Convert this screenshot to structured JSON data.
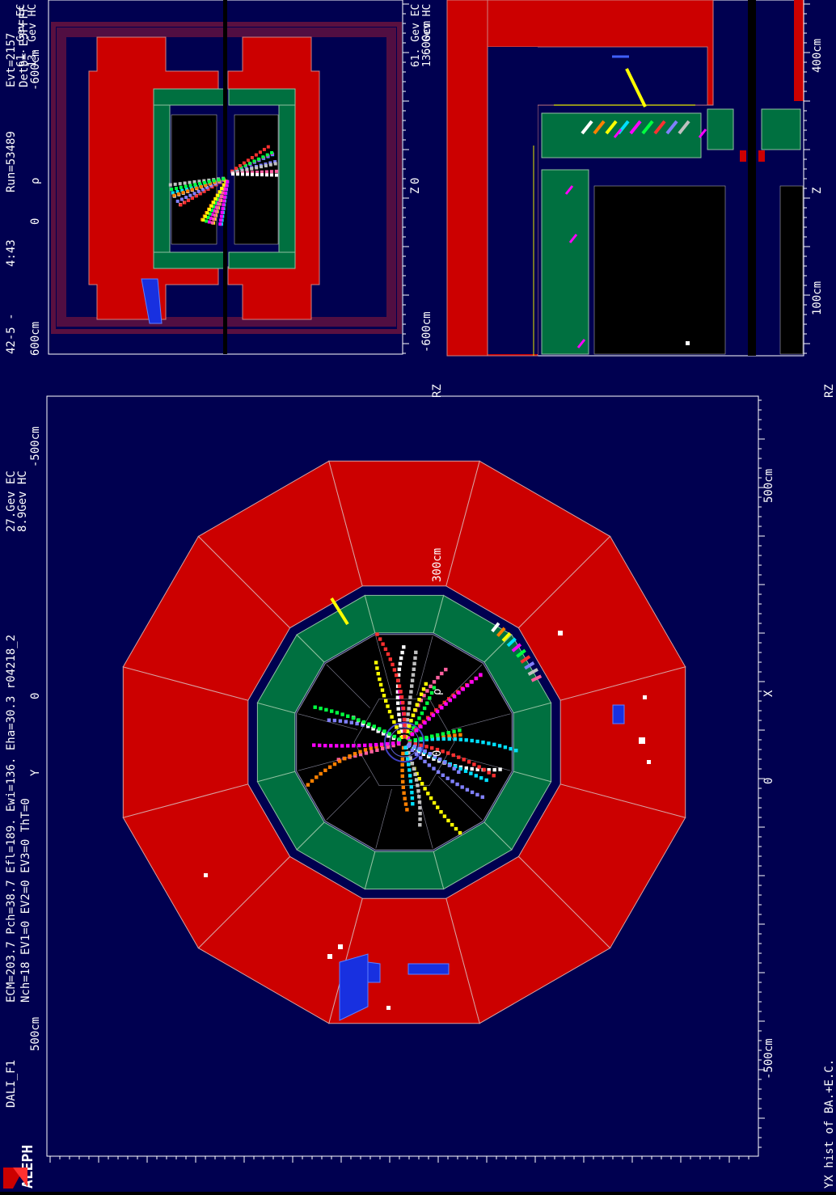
{
  "logo": {
    "text": "ALEPH"
  },
  "program": "DALI_F1",
  "header_main": {
    "line1": "ECM=203.7  Pch=38.7  Efl=189.  Ewi=136.  Eha=30.3   r04218_2",
    "line2": "Nch=18        EV1=0          EV2=0          EV3=0          ThT=0",
    "scale_ec": "27.Gev EC",
    "scale_hc": "8.9Gev HC"
  },
  "header_top": {
    "left": "42-5  -",
    "time": "4:43",
    "run": "Run=53489",
    "evt": "Evt=2157",
    "detb": "Detb=   E3FFFF",
    "scale_ec": "61. Gev EC",
    "scale_hc": "13. Gev HC"
  },
  "header_mid": {
    "scale_ec": "61. Gev EC",
    "scale_hc": "13. Gev HC"
  },
  "axes": {
    "xy_x_label": "X",
    "xy_y_label": "Y",
    "xy_x_ticks": [
      "-500cm",
      "0",
      "500cm"
    ],
    "xy_y_ticks": [
      "500cm",
      "0",
      "-500cm"
    ],
    "rz_top_z_label": "Z",
    "rz_top_rho_label": "ρ",
    "rz_top_z_ticks": [
      "-600cm",
      "0",
      "600cm"
    ],
    "rz_top_rho_ticks": [
      "600cm",
      "0",
      "-600cm"
    ],
    "rz_mid_z_label": "Z",
    "rz_mid_rho_label": "ρ",
    "rz_mid_z_ticks": [
      "100cm",
      "400cm"
    ],
    "rz_mid_rho_ticks": [
      "300cm",
      "0"
    ]
  },
  "panel_tags": {
    "rz_top": "RZ",
    "rz_mid": "RZ",
    "yx_bottom": "YX hist of BA.+E.C."
  },
  "colors": {
    "background": "#000050",
    "hcal": "#cc0000",
    "ecal": "#007040",
    "tpc": "#000000",
    "coil": "#5a1040",
    "frame": "#ffffff"
  }
}
